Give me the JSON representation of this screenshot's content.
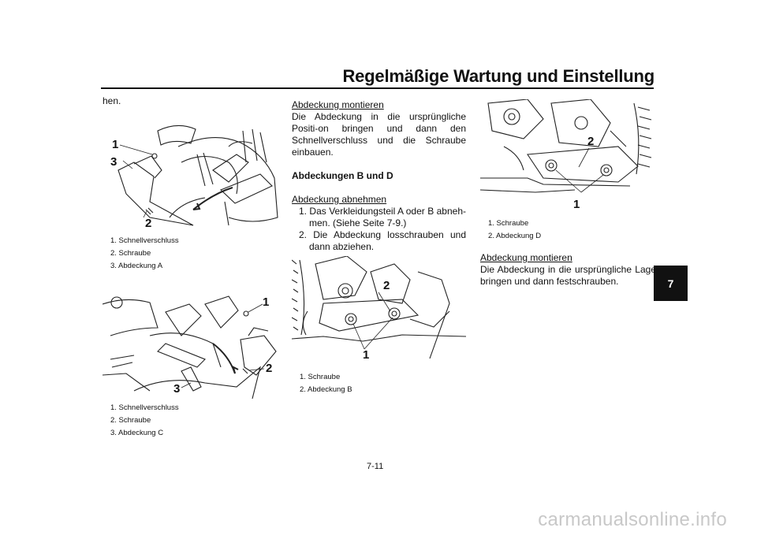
{
  "header": {
    "title": "Regelmäßige Wartung und Einstellung"
  },
  "chapter_tab": "7",
  "page_number": "7-11",
  "column1": {
    "intro": "hen.",
    "figure_a": {
      "callouts": [
        "1",
        "3",
        "2"
      ],
      "legend": [
        "1. Schnellverschluss",
        "2. Schraube",
        "3. Abdeckung A"
      ]
    },
    "figure_c": {
      "callouts": [
        "1",
        "2",
        "3"
      ],
      "legend": [
        "1. Schnellverschluss",
        "2. Schraube",
        "3. Abdeckung C"
      ]
    }
  },
  "column2": {
    "install_heading": "Abdeckung montieren",
    "install_text": "Die Abdeckung in die ursprüngliche Positi-on bringen und dann den Schnellverschluss und die Schraube einbauen.",
    "bd_heading": "Abdeckungen B und D",
    "remove_heading": "Abdeckung abnehmen",
    "steps": [
      "1. Das Verkleidungsteil A oder B abneh-men. (Siehe Seite 7-9.)",
      "2. Die Abdeckung losschrauben und dann abziehen."
    ],
    "figure_b": {
      "callouts": [
        "2",
        "1"
      ],
      "legend": [
        "1. Schraube",
        "2. Abdeckung B"
      ]
    }
  },
  "column3": {
    "figure_d": {
      "callouts": [
        "2",
        "1"
      ],
      "legend": [
        "1. Schraube",
        "2. Abdeckung D"
      ]
    },
    "install_heading": "Abdeckung montieren",
    "install_text": "Die Abdeckung in die ursprüngliche Lage bringen und dann festschrauben."
  },
  "watermark": "carmanualsonline.info"
}
